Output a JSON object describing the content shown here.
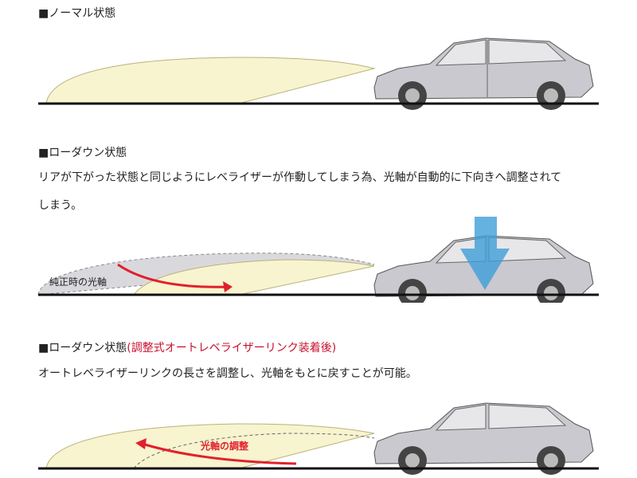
{
  "section1": {
    "heading": "■ノーマル状態"
  },
  "section2": {
    "heading": "■ローダウン状態",
    "text_line1": "リアが下がった状態と同じようにレベライザーが作動してしまう為、光軸が自動的に下向きへ調整されて",
    "text_line2": "しまう。",
    "diagram_label": "純正時の光軸"
  },
  "section3": {
    "heading": "■ローダウン状態",
    "heading_note": "(調整式オートレベライザーリンク装着後)",
    "text": "オートレベライザーリンクの長さを調整し、光軸をもとに戻すことが可能。",
    "diagram_label": "光軸の調整"
  },
  "colors": {
    "beam_fill": "#f7f4cf",
    "beam_stroke": "#b9b27a",
    "ghost_beam": "#d9d9dd",
    "car_body": "#c9c9cf",
    "arrow_red": "#e2202c",
    "heading_red": "#c8102e",
    "down_arrow": "#3f9fd8"
  }
}
